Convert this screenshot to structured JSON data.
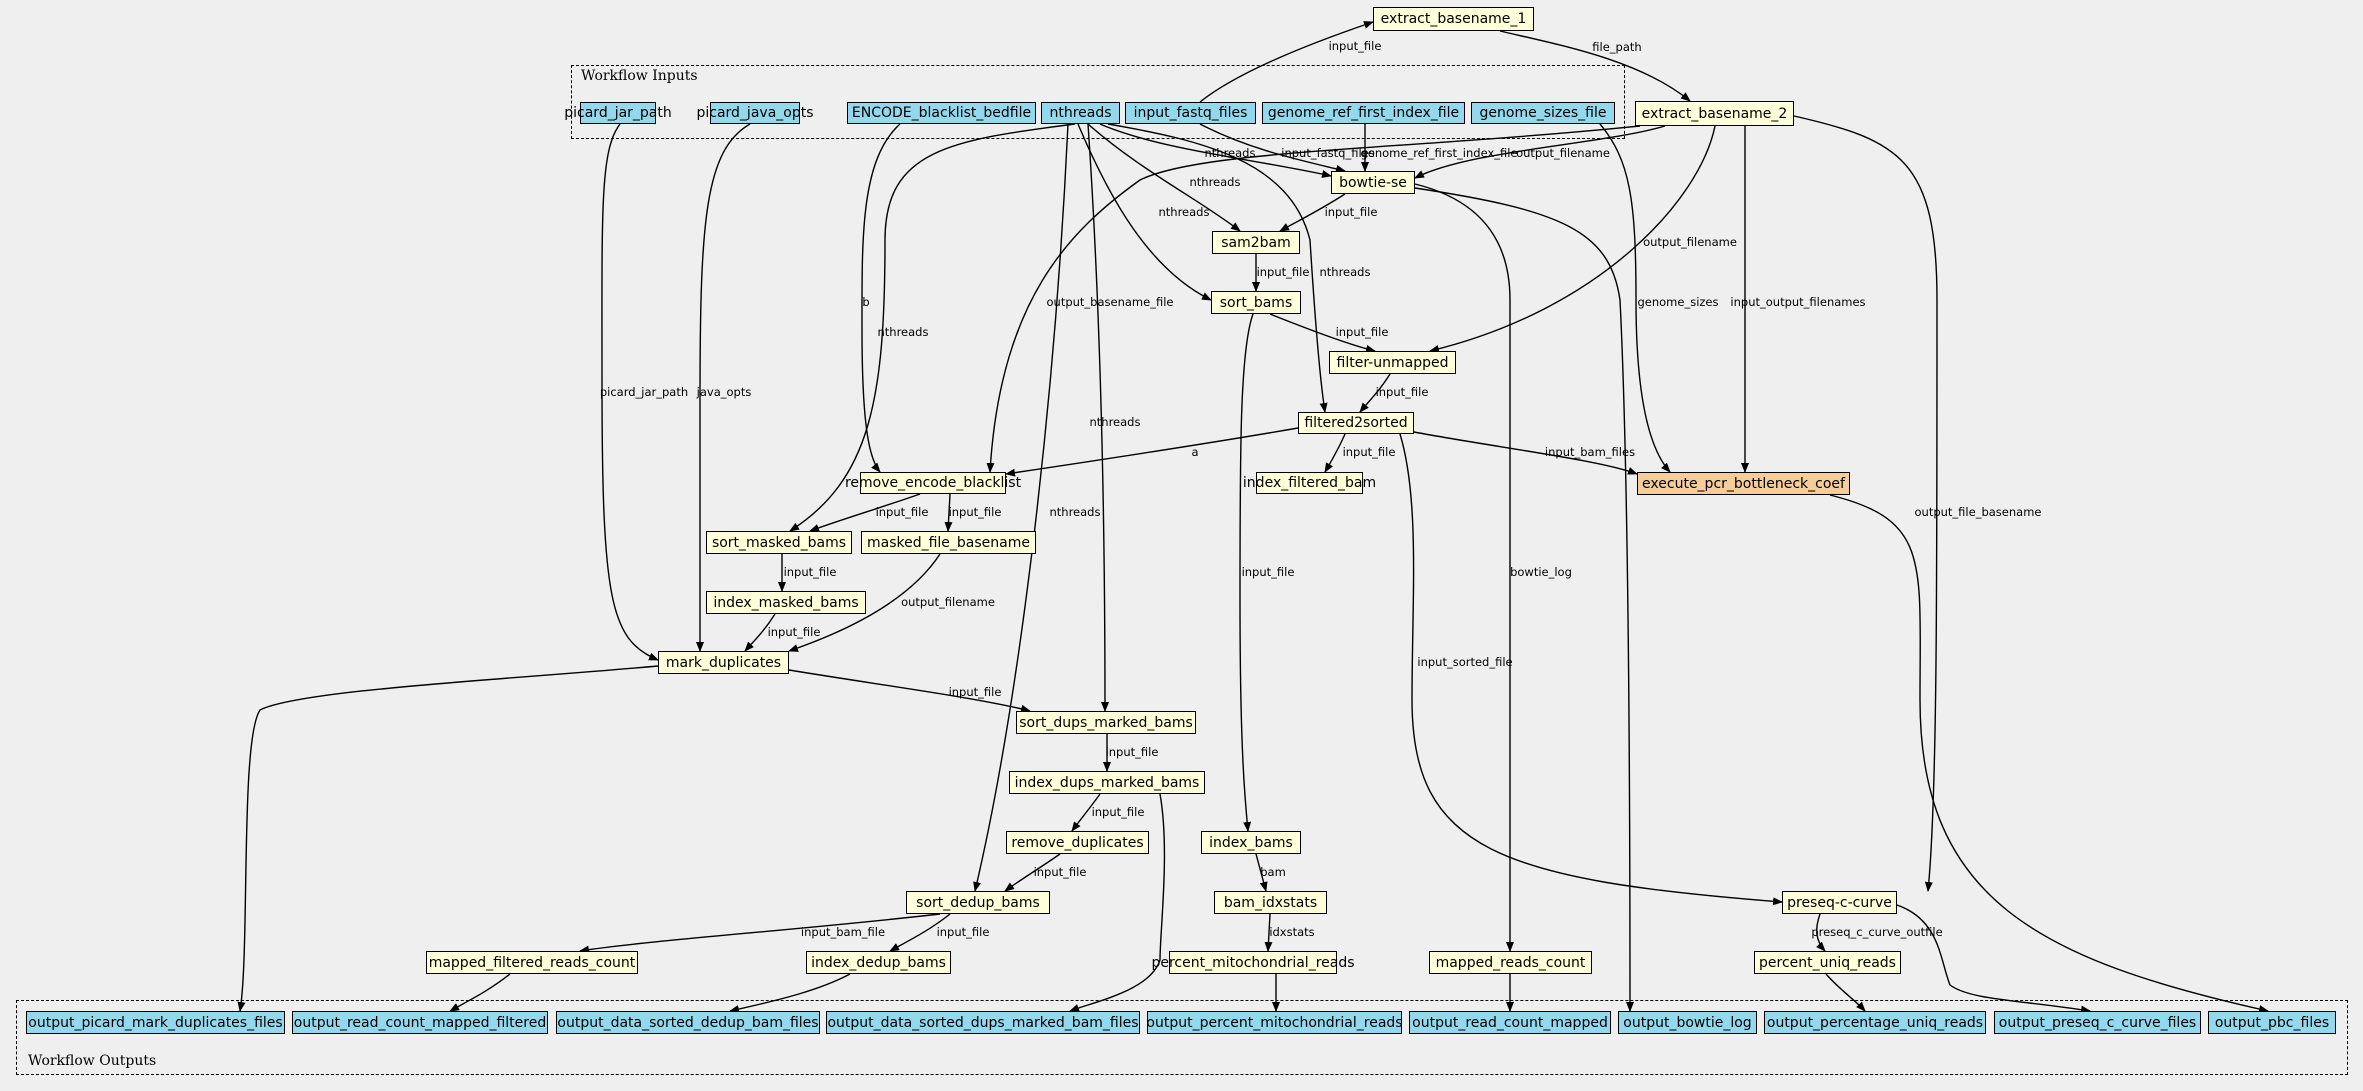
{
  "clusters": {
    "inputs_label": "Workflow Inputs",
    "outputs_label": "Workflow Outputs"
  },
  "colors": {
    "step_fill": "#ffffd9",
    "io_fill": "#93d8ec",
    "subworkflow_fill": "#f5cd9b",
    "background": "#efefef"
  },
  "nodes": [
    {
      "id": "picard_jar_path",
      "label": "picard_jar_path",
      "kind": "input"
    },
    {
      "id": "picard_java_opts",
      "label": "picard_java_opts",
      "kind": "input"
    },
    {
      "id": "ENCODE_blacklist_bedfile",
      "label": "ENCODE_blacklist_bedfile",
      "kind": "input"
    },
    {
      "id": "nthreads",
      "label": "nthreads",
      "kind": "input"
    },
    {
      "id": "input_fastq_files",
      "label": "input_fastq_files",
      "kind": "input"
    },
    {
      "id": "genome_ref_first_index_file",
      "label": "genome_ref_first_index_file",
      "kind": "input"
    },
    {
      "id": "genome_sizes_file",
      "label": "genome_sizes_file",
      "kind": "input"
    },
    {
      "id": "extract_basename_1",
      "label": "extract_basename_1",
      "kind": "step"
    },
    {
      "id": "extract_basename_2",
      "label": "extract_basename_2",
      "kind": "step"
    },
    {
      "id": "bowtie_se",
      "label": "bowtie-se",
      "kind": "step"
    },
    {
      "id": "sam2bam",
      "label": "sam2bam",
      "kind": "step"
    },
    {
      "id": "sort_bams",
      "label": "sort_bams",
      "kind": "step"
    },
    {
      "id": "filter_unmapped",
      "label": "filter-unmapped",
      "kind": "step"
    },
    {
      "id": "filtered2sorted",
      "label": "filtered2sorted",
      "kind": "step"
    },
    {
      "id": "remove_encode_blacklist",
      "label": "remove_encode_blacklist",
      "kind": "step"
    },
    {
      "id": "index_filtered_bam",
      "label": "index_filtered_bam",
      "kind": "step"
    },
    {
      "id": "execute_pcr_bottleneck_coef",
      "label": "execute_pcr_bottleneck_coef",
      "kind": "subworkflow"
    },
    {
      "id": "sort_masked_bams",
      "label": "sort_masked_bams",
      "kind": "step"
    },
    {
      "id": "masked_file_basename",
      "label": "masked_file_basename",
      "kind": "step"
    },
    {
      "id": "index_masked_bams",
      "label": "index_masked_bams",
      "kind": "step"
    },
    {
      "id": "mark_duplicates",
      "label": "mark_duplicates",
      "kind": "step"
    },
    {
      "id": "sort_dups_marked_bams",
      "label": "sort_dups_marked_bams",
      "kind": "step"
    },
    {
      "id": "index_dups_marked_bams",
      "label": "index_dups_marked_bams",
      "kind": "step"
    },
    {
      "id": "remove_duplicates",
      "label": "remove_duplicates",
      "kind": "step"
    },
    {
      "id": "sort_dedup_bams",
      "label": "sort_dedup_bams",
      "kind": "step"
    },
    {
      "id": "mapped_filtered_reads_count",
      "label": "mapped_filtered_reads_count",
      "kind": "step"
    },
    {
      "id": "index_dedup_bams",
      "label": "index_dedup_bams",
      "kind": "step"
    },
    {
      "id": "index_bams",
      "label": "index_bams",
      "kind": "step"
    },
    {
      "id": "bam_idxstats",
      "label": "bam_idxstats",
      "kind": "step"
    },
    {
      "id": "percent_mitochondrial_reads",
      "label": "percent_mitochondrial_reads",
      "kind": "step"
    },
    {
      "id": "mapped_reads_count",
      "label": "mapped_reads_count",
      "kind": "step"
    },
    {
      "id": "preseq_c_curve",
      "label": "preseq-c-curve",
      "kind": "step"
    },
    {
      "id": "percent_uniq_reads",
      "label": "percent_uniq_reads",
      "kind": "step"
    },
    {
      "id": "output_picard_mark_duplicates_files",
      "label": "output_picard_mark_duplicates_files",
      "kind": "output"
    },
    {
      "id": "output_read_count_mapped_filtered",
      "label": "output_read_count_mapped_filtered",
      "kind": "output"
    },
    {
      "id": "output_data_sorted_dedup_bam_files",
      "label": "output_data_sorted_dedup_bam_files",
      "kind": "output"
    },
    {
      "id": "output_data_sorted_dups_marked_bam_files",
      "label": "output_data_sorted_dups_marked_bam_files",
      "kind": "output"
    },
    {
      "id": "output_percent_mitochondrial_reads",
      "label": "output_percent_mitochondrial_reads",
      "kind": "output"
    },
    {
      "id": "output_read_count_mapped",
      "label": "output_read_count_mapped",
      "kind": "output"
    },
    {
      "id": "output_bowtie_log",
      "label": "output_bowtie_log",
      "kind": "output"
    },
    {
      "id": "output_percentage_uniq_reads",
      "label": "output_percentage_uniq_reads",
      "kind": "output"
    },
    {
      "id": "output_preseq_c_curve_files",
      "label": "output_preseq_c_curve_files",
      "kind": "output"
    },
    {
      "id": "output_pbc_files",
      "label": "output_pbc_files",
      "kind": "output"
    }
  ],
  "edges": [
    {
      "from": "input_fastq_files",
      "to": "extract_basename_1",
      "label": "input_file"
    },
    {
      "from": "extract_basename_1",
      "to": "extract_basename_2",
      "label": "file_path"
    },
    {
      "from": "nthreads",
      "to": "bowtie_se",
      "label": "nthreads"
    },
    {
      "from": "input_fastq_files",
      "to": "bowtie_se",
      "label": "input_fastq_files"
    },
    {
      "from": "genome_ref_first_index_file",
      "to": "bowtie_se",
      "label": "genome_ref_first_index_file"
    },
    {
      "from": "extract_basename_2",
      "to": "bowtie_se",
      "label": "output_filename"
    },
    {
      "from": "nthreads",
      "to": "sam2bam",
      "label": "nthreads"
    },
    {
      "from": "bowtie_se",
      "to": "sam2bam",
      "label": "input_file"
    },
    {
      "from": "nthreads",
      "to": "sort_bams",
      "label": "nthreads"
    },
    {
      "from": "sam2bam",
      "to": "sort_bams",
      "label": "input_file"
    },
    {
      "from": "sort_bams",
      "to": "filter_unmapped",
      "label": "input_file"
    },
    {
      "from": "extract_basename_2",
      "to": "filter_unmapped",
      "label": "output_filename"
    },
    {
      "from": "nthreads",
      "to": "filtered2sorted",
      "label": "nthreads"
    },
    {
      "from": "filter_unmapped",
      "to": "filtered2sorted",
      "label": "input_file"
    },
    {
      "from": "ENCODE_blacklist_bedfile",
      "to": "remove_encode_blacklist",
      "label": "b"
    },
    {
      "from": "filtered2sorted",
      "to": "remove_encode_blacklist",
      "label": "a"
    },
    {
      "from": "extract_basename_2",
      "to": "remove_encode_blacklist",
      "label": "output_basename_file"
    },
    {
      "from": "filtered2sorted",
      "to": "index_filtered_bam",
      "label": "input_file"
    },
    {
      "from": "filtered2sorted",
      "to": "execute_pcr_bottleneck_coef",
      "label": "input_bam_files"
    },
    {
      "from": "genome_sizes_file",
      "to": "execute_pcr_bottleneck_coef",
      "label": "genome_sizes"
    },
    {
      "from": "extract_basename_2",
      "to": "execute_pcr_bottleneck_coef",
      "label": "input_output_filenames"
    },
    {
      "from": "nthreads",
      "to": "sort_masked_bams",
      "label": "nthreads"
    },
    {
      "from": "remove_encode_blacklist",
      "to": "sort_masked_bams",
      "label": "input_file"
    },
    {
      "from": "remove_encode_blacklist",
      "to": "masked_file_basename",
      "label": "input_file"
    },
    {
      "from": "sort_masked_bams",
      "to": "index_masked_bams",
      "label": "input_file"
    },
    {
      "from": "picard_jar_path",
      "to": "mark_duplicates",
      "label": "picard_jar_path"
    },
    {
      "from": "picard_java_opts",
      "to": "mark_duplicates",
      "label": "java_opts"
    },
    {
      "from": "index_masked_bams",
      "to": "mark_duplicates",
      "label": "input_file"
    },
    {
      "from": "masked_file_basename",
      "to": "mark_duplicates",
      "label": "output_filename"
    },
    {
      "from": "nthreads",
      "to": "sort_dups_marked_bams",
      "label": "nthreads"
    },
    {
      "from": "mark_duplicates",
      "to": "sort_dups_marked_bams",
      "label": "input_file"
    },
    {
      "from": "sort_dups_marked_bams",
      "to": "index_dups_marked_bams",
      "label": "input_file"
    },
    {
      "from": "index_dups_marked_bams",
      "to": "remove_duplicates",
      "label": "input_file"
    },
    {
      "from": "nthreads",
      "to": "sort_dedup_bams",
      "label": "nthreads"
    },
    {
      "from": "remove_duplicates",
      "to": "sort_dedup_bams",
      "label": "input_file"
    },
    {
      "from": "sort_dedup_bams",
      "to": "mapped_filtered_reads_count",
      "label": "input_bam_file"
    },
    {
      "from": "sort_dedup_bams",
      "to": "index_dedup_bams",
      "label": "input_file"
    },
    {
      "from": "sort_bams",
      "to": "index_bams",
      "label": "input_file"
    },
    {
      "from": "index_bams",
      "to": "bam_idxstats",
      "label": "bam"
    },
    {
      "from": "bam_idxstats",
      "to": "percent_mitochondrial_reads",
      "label": "idxstats"
    },
    {
      "from": "bowtie_se",
      "to": "mapped_reads_count",
      "label": "bowtie_log"
    },
    {
      "from": "filtered2sorted",
      "to": "preseq_c_curve",
      "label": "input_sorted_file"
    },
    {
      "from": "extract_basename_2",
      "to": "preseq_c_curve",
      "label": "output_file_basename"
    },
    {
      "from": "preseq_c_curve",
      "to": "percent_uniq_reads",
      "label": "preseq_c_curve_outfile"
    },
    {
      "from": "mark_duplicates",
      "to": "output_picard_mark_duplicates_files",
      "label": ""
    },
    {
      "from": "mapped_filtered_reads_count",
      "to": "output_read_count_mapped_filtered",
      "label": ""
    },
    {
      "from": "index_dedup_bams",
      "to": "output_data_sorted_dedup_bam_files",
      "label": ""
    },
    {
      "from": "index_dups_marked_bams",
      "to": "output_data_sorted_dups_marked_bam_files",
      "label": ""
    },
    {
      "from": "percent_mitochondrial_reads",
      "to": "output_percent_mitochondrial_reads",
      "label": ""
    },
    {
      "from": "mapped_reads_count",
      "to": "output_read_count_mapped",
      "label": ""
    },
    {
      "from": "bowtie_se",
      "to": "output_bowtie_log",
      "label": ""
    },
    {
      "from": "percent_uniq_reads",
      "to": "output_percentage_uniq_reads",
      "label": ""
    },
    {
      "from": "preseq_c_curve",
      "to": "output_preseq_c_curve_files",
      "label": ""
    },
    {
      "from": "execute_pcr_bottleneck_coef",
      "to": "output_pbc_files",
      "label": ""
    }
  ]
}
